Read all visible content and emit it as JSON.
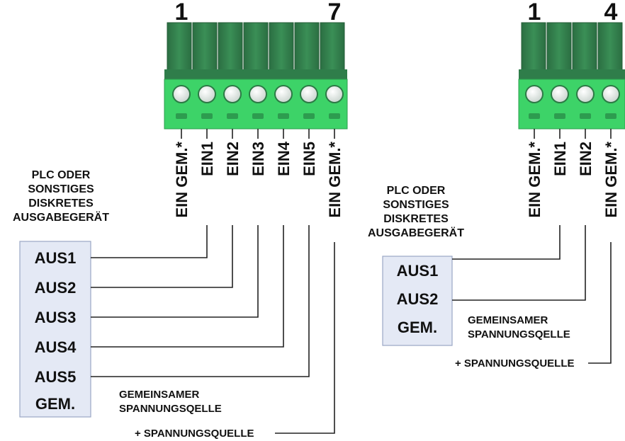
{
  "colors": {
    "connector_dark": "#2e7d4a",
    "connector_mid": "#37a05a",
    "connector_light": "#3fd66b",
    "screw": "#e6ece8",
    "box_fill": "#e4e9f5",
    "box_border": "#9aa7c5",
    "wire": "#222222"
  },
  "left": {
    "pin_first": "1",
    "pin_last": "7",
    "terminals": [
      "EIN GEM.*",
      "EIN1",
      "EIN2",
      "EIN3",
      "EIN4",
      "EIN5",
      "EIN GEM.*"
    ],
    "device_caption": [
      "PLC ODER",
      "SONSTIGES",
      "DISKRETES",
      "AUSGABEGERÄT"
    ],
    "outputs": [
      "AUS1",
      "AUS2",
      "AUS3",
      "AUS4",
      "AUS5",
      "GEM."
    ],
    "common_note": [
      "GEMEINSAMER",
      "SPANNUNGSQELLE"
    ],
    "supply_label": "+ SPANNUNGSQUELLE"
  },
  "right": {
    "pin_first": "1",
    "pin_last": "4",
    "terminals": [
      "EIN GEM.*",
      "EIN1",
      "EIN2",
      "EIN GEM.*"
    ],
    "device_caption": [
      "PLC ODER",
      "SONSTIGES",
      "DISKRETES",
      "AUSGABEGERÄT"
    ],
    "outputs": [
      "AUS1",
      "AUS2",
      "GEM."
    ],
    "common_note": [
      "GEMEINSAMER",
      "SPANNUNGSQELLE"
    ],
    "supply_label": "+ SPANNUNGSQUELLE"
  }
}
